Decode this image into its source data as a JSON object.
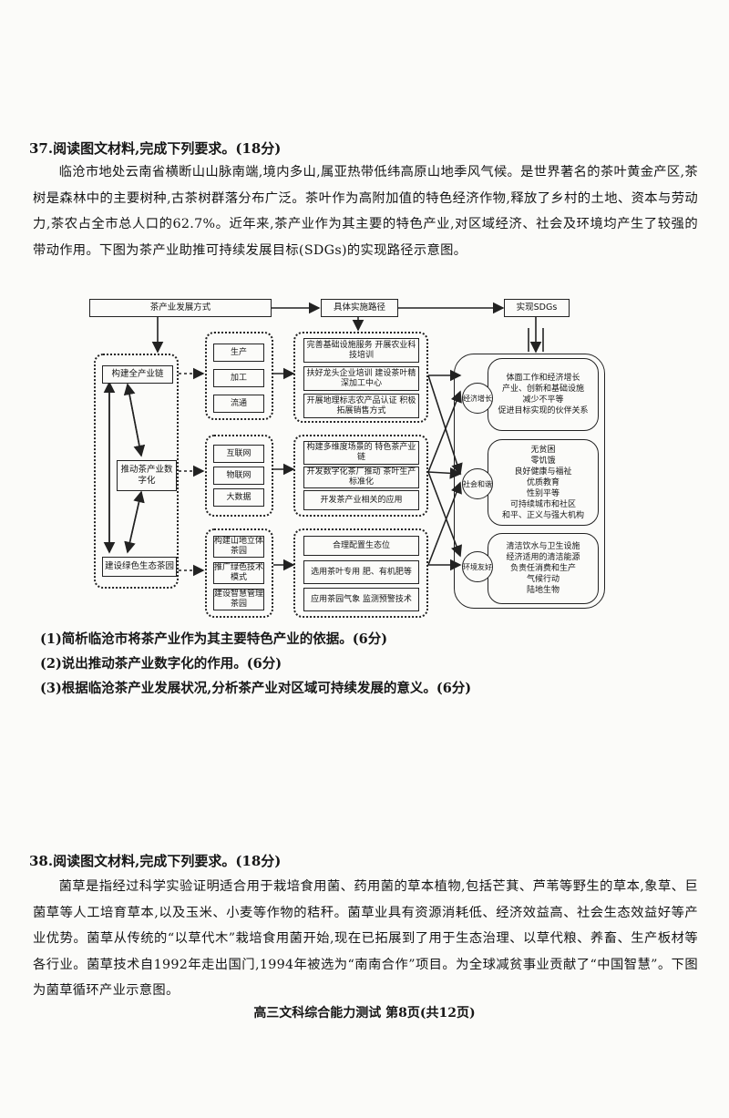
{
  "q37": {
    "title": "37.阅读图文材料,完成下列要求。(18分)",
    "paragraph": "临沧市地处云南省横断山山脉南端,境内多山,属亚热带低纬高原山地季风气候。是世界著名的茶叶黄金产区,茶树是森林中的主要树种,古茶树群落分布广泛。茶叶作为高附加值的特色经济作物,释放了乡村的土地、资本与劳动力,茶农占全市总人口的62.7%。近年来,茶产业作为其主要的特色产业,对区域经济、社会及环境均产生了较强的带动作用。下图为茶产业助推可持续发展目标(SDGs)的实现路径示意图。",
    "questions": [
      "(1)简析临沧市将茶产业作为其主要特色产业的依据。(6分)",
      "(2)说出推动茶产业数字化的作用。(6分)",
      "(3)根据临沧茶产业发展状况,分析茶产业对区域可持续发展的意义。(6分)"
    ]
  },
  "diagram": {
    "header_left": "茶产业发展方式",
    "header_mid": "具体实施路径",
    "header_right": "实现SDGs",
    "left_boxes": [
      "构建全产业链",
      "推动茶产业数字化",
      "建设绿色生态茶园"
    ],
    "col2": [
      [
        "生产",
        "加工",
        "流通"
      ],
      [
        "互联网",
        "物联网",
        "大数据"
      ],
      [
        "构建山地立体茶园",
        "推广绿色技术模式",
        "建设智慧管理茶园"
      ]
    ],
    "col3": [
      [
        "完善基础设施服务 开展农业科技培训",
        "扶好龙头企业培训 建设茶叶精深加工中心",
        "开展地理标志农产品认证 积极拓展销售方式"
      ],
      [
        "构建多维度场景的 特色茶产业链",
        "开发数字化茶厂推动 茶叶生产标准化",
        "开发茶产业相关的应用"
      ],
      [
        "合理配置生态位",
        "选用茶叶专用 肥、有机肥等",
        "应用茶园气象 监测预警技术"
      ]
    ],
    "circles": [
      "经济增长",
      "社会和谐",
      "环境友好"
    ],
    "sdg_texts": [
      [
        "体面工作和经济增长",
        "产业、创新和基础设施",
        "减少不平等",
        "促进目标实现的伙伴关系"
      ],
      [
        "无贫困",
        "零饥饿",
        "良好健康与福祉",
        "优质教育",
        "性别平等",
        "可持续城市和社区",
        "和平、正义与强大机构"
      ],
      [
        "清洁饮水与卫生设施",
        "经济适用的清洁能源",
        "负责任消费和生产",
        "气候行动",
        "陆地生物"
      ]
    ]
  },
  "q38": {
    "title": "38.阅读图文材料,完成下列要求。(18分)",
    "paragraph": "菌草是指经过科学实验证明适合用于栽培食用菌、药用菌的草本植物,包括芒萁、芦苇等野生的草本,象草、巨菌草等人工培育草本,以及玉米、小麦等作物的秸秆。菌草业具有资源消耗低、经济效益高、社会生态效益好等产业优势。菌草从传统的“以草代木”栽培食用菌开始,现在已拓展到了用于生态治理、以草代粮、养畜、生产板材等各行业。菌草技术自1992年走出国门,1994年被选为“南南合作”项目。为全球减贫事业贡献了“中国智慧”。下图为菌草循环产业示意图。"
  },
  "footer": "高三文科综合能力测试 第8页(共12页)"
}
